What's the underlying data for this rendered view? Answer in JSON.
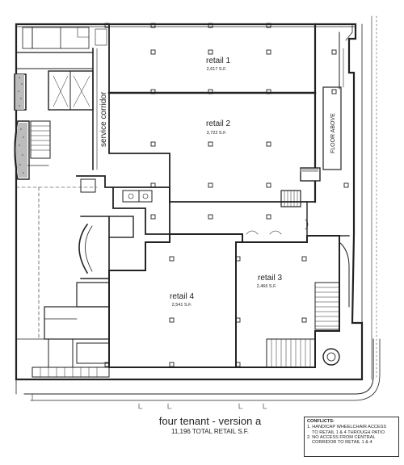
{
  "title": "four tenant - version a",
  "subtitle": "11,196 TOTAL RETAIL S.F.",
  "corridor_label": "service corridor",
  "floor_above_label": "FLOOR ABOVE",
  "spaces": [
    {
      "name": "retail 1",
      "area": "2,617 S.F."
    },
    {
      "name": "retail 2",
      "area": "3,722 S.F."
    },
    {
      "name": "retail 3",
      "area": "2,466 S.F."
    },
    {
      "name": "retail 4",
      "area": "2,541 S.F."
    }
  ],
  "conflicts": {
    "heading": "CONFLICTS:",
    "items": [
      {
        "num": "1.",
        "text": "HANDICAP WHEELCHAIR ACCESS"
      },
      {
        "num": "",
        "text": "TO RETAIL 1 & 4 THROUGH PATIO"
      },
      {
        "num": "2.",
        "text": "NO ACCESS FROM CENTRAL"
      },
      {
        "num": "",
        "text": "CORRIDOR TO RETAIL 1 & 4"
      }
    ]
  }
}
